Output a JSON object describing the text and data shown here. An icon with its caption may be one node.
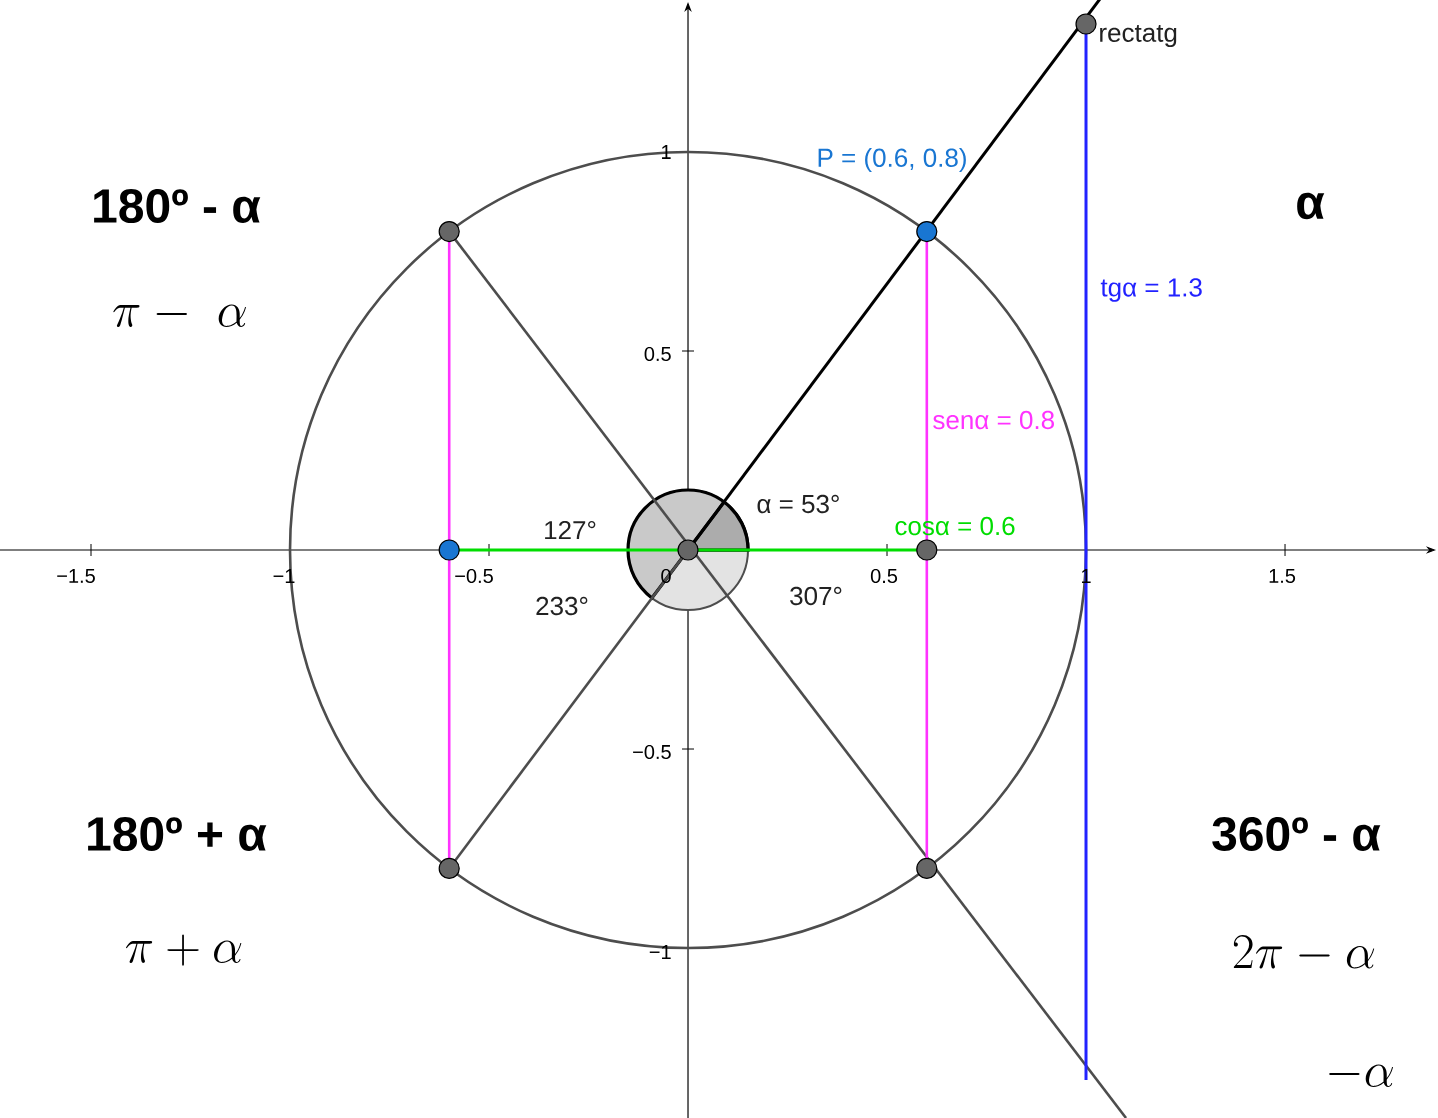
{
  "diagram": {
    "labels": [
      "rectatg",
      "1",
      "P = (0.6, 0.8)",
      "180º - α",
      "α",
      "tgα = 1.3",
      "\\pi -\\ \\alpha",
      "0.5",
      "senα = 0.8",
      "α = 53°",
      "127°",
      "cosα = 0.6",
      "−1.5",
      "−1",
      "−0.5",
      "0",
      "0.5",
      "1",
      "1.5",
      "233°",
      "307°",
      "−0.5",
      "180º + α",
      "360º - α",
      "\\pi + \\alpha",
      "2\\pi - \\alpha",
      "−1",
      "-\\alpha"
    ]
  }
}
